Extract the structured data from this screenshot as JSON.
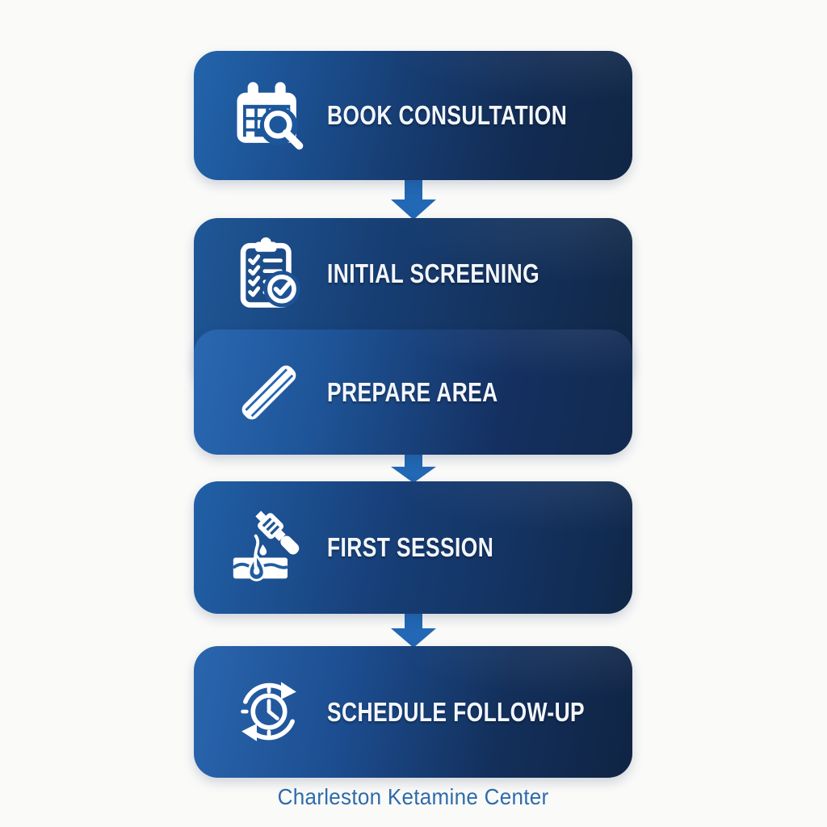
{
  "title": "Treatment process flowchart",
  "steps": [
    {
      "label": "BOOK CONSULTATION",
      "icon": "calendar-search-icon"
    },
    {
      "label": "INITIAL SCREENING",
      "icon": "clipboard-checklist-icon"
    },
    {
      "label": "PREPARE AREA",
      "icon": "razor-icon"
    },
    {
      "label": "FIRST SESSION",
      "icon": "laser-device-skin-icon"
    },
    {
      "label": "SCHEDULE FOLLOW-UP",
      "icon": "clock-refresh-icon"
    }
  ],
  "connector": {
    "type": "down-arrow",
    "color": "#2368b4",
    "count": 3
  },
  "footer": {
    "text": "Charleston Ketamine Center",
    "color": "#2e6cab"
  },
  "colors": {
    "background": "#fafaf9",
    "box_gradient_light": "#2364ac",
    "box_gradient_dark": "#112645",
    "icon_foreground": "#ffffff",
    "label_text": "#f3f6fa"
  }
}
